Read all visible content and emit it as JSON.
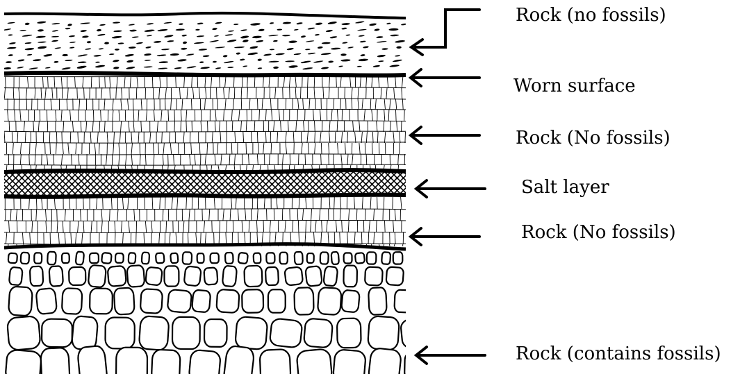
{
  "labels": [
    "Rock (no fossils)",
    "Worn surface",
    "Rock (No fossils)",
    "Salt layer",
    "Rock (No fossils)",
    "Rock (contains fossils)"
  ],
  "colors": {
    "ink": "#000000",
    "paper": "#ffffff"
  }
}
